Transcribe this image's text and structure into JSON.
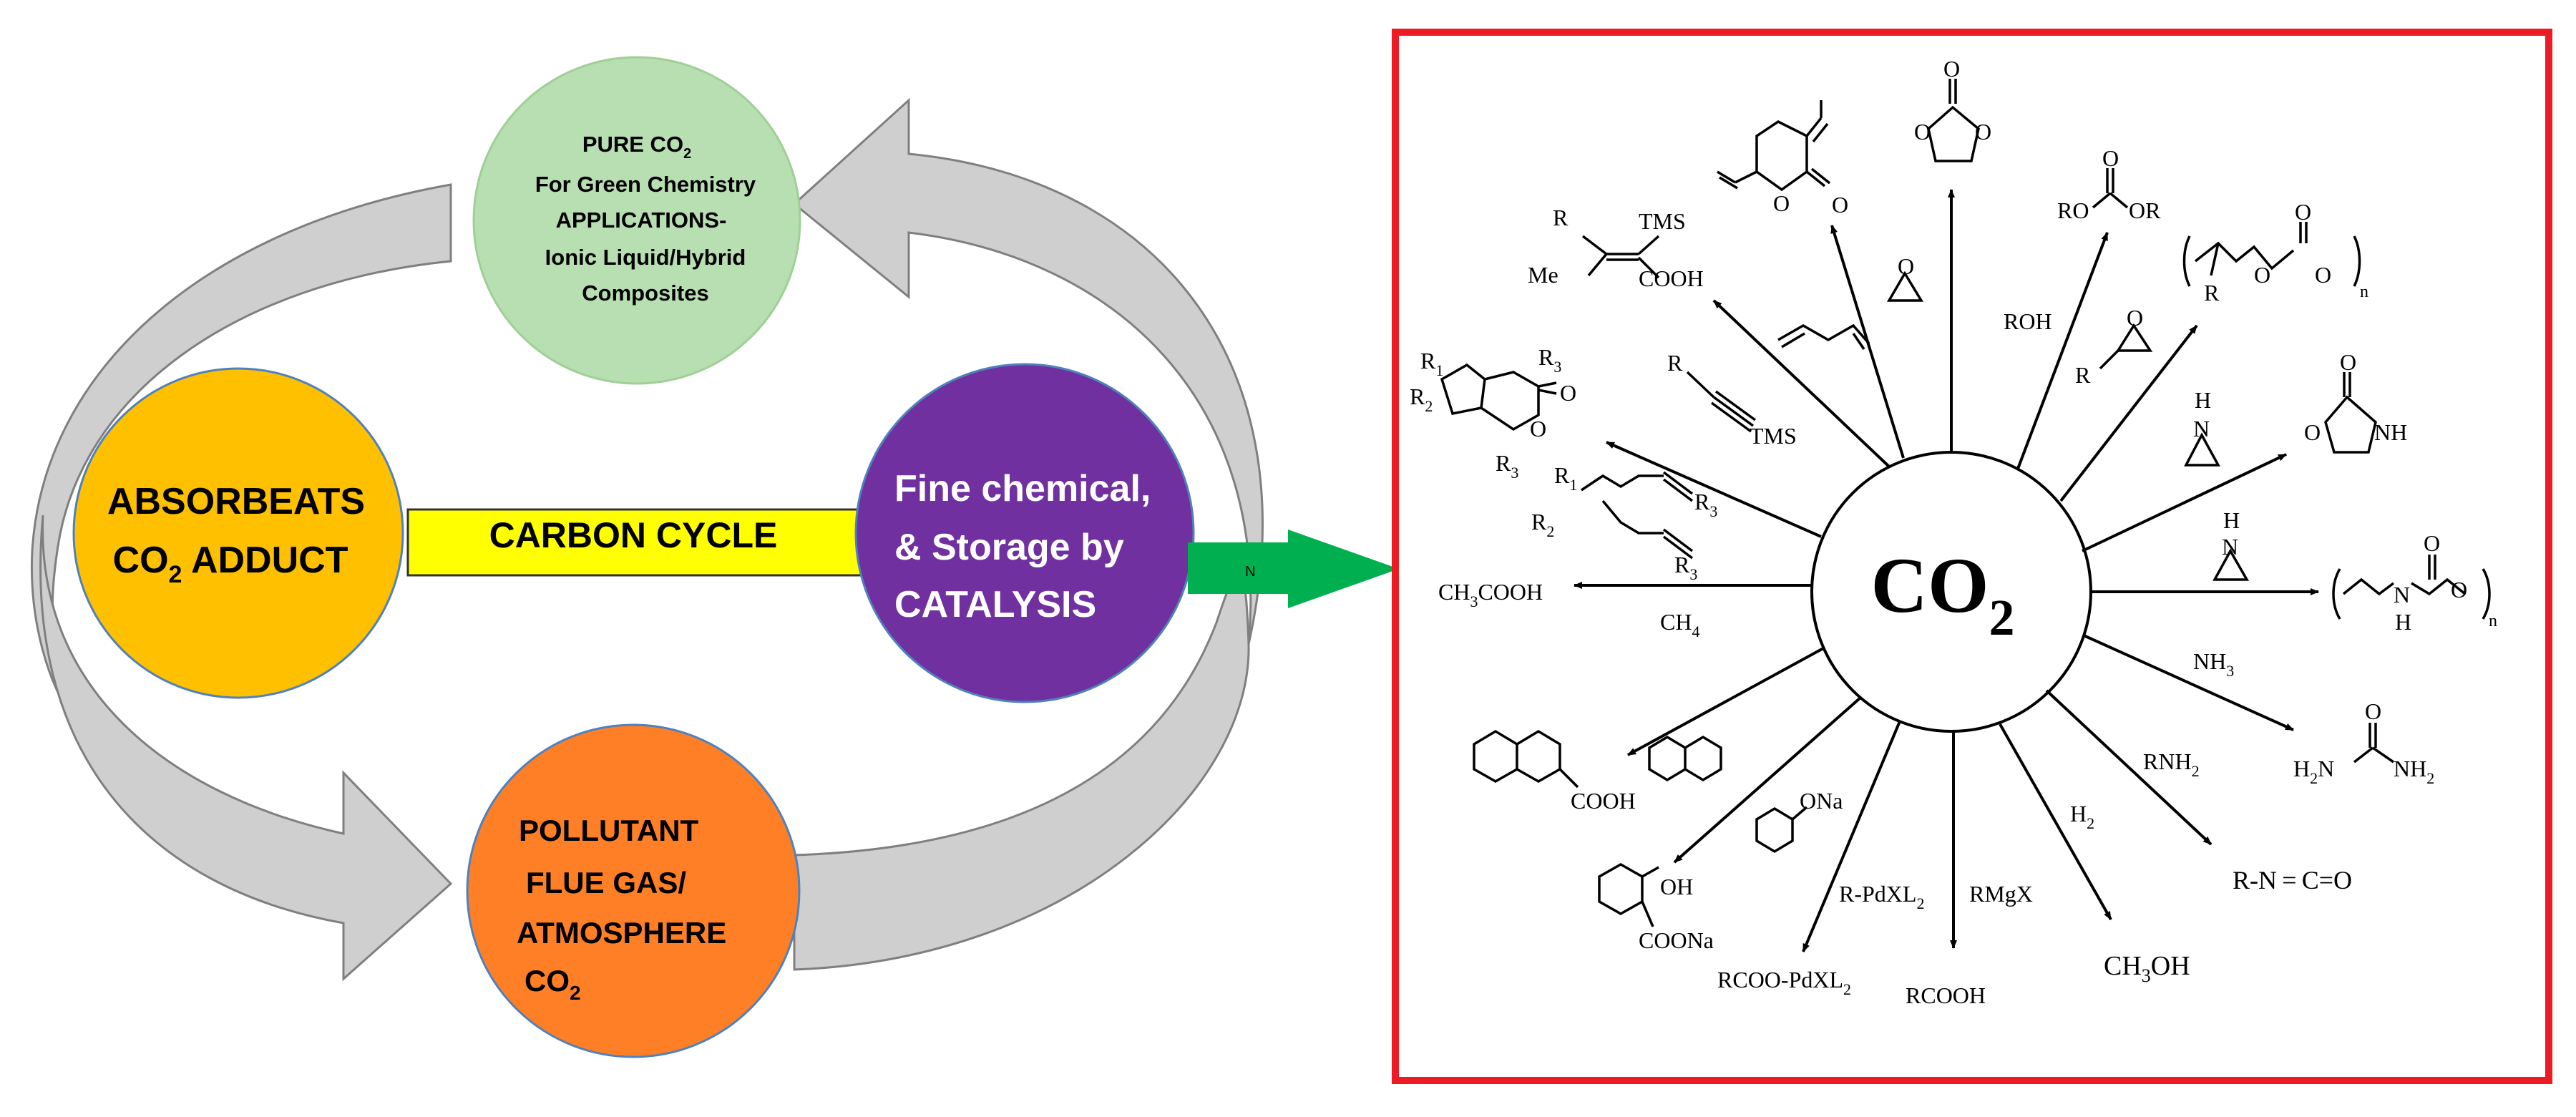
{
  "left": {
    "green_circle": {
      "line1": "PURE  CO",
      "line1_sub": "2",
      "line2": "For Green Chemistry",
      "line3": "APPLICATIONS-",
      "line4": "Ionic Liquid/Hybrid",
      "line5": "Composites",
      "color": "#b8dfb1"
    },
    "yellow_circle": {
      "line1": "ABSORBEATS",
      "line2a": "CO",
      "line2_sub": "2",
      "line2b": " ADDUCT",
      "color": "#ffc000"
    },
    "purple_circle": {
      "line1": "Fine chemical,",
      "line2": "& Storage by",
      "line3": "CATALYSIS",
      "color": "#7030a0"
    },
    "orange_circle": {
      "line1": "POLLUTANT",
      "line2": "FLUE GAS/",
      "line3": "ATMOSPHERE",
      "line4": "CO",
      "line4_sub": "2",
      "color": "#ff7f27"
    },
    "carbon_cycle_label": "CARBON CYCLE",
    "arrow_small_label": "N",
    "colors": {
      "cycle_arrow": "#cfcfcf",
      "bar": "#ffff00",
      "link_arrow": "#00b050"
    }
  },
  "right": {
    "border_color": "#ed1c24",
    "center": {
      "text": "CO",
      "sub": "2"
    },
    "labels": {
      "tms_acid_r": "R",
      "tms_acid_tms": "TMS",
      "tms_acid_me": "Me",
      "tms_acid_cooh": "COOH",
      "lactone_o1": "O",
      "lactone_o2": "O",
      "carbonate_o_top": "O",
      "carbonate_o_left": "O",
      "carbonate_o_right": "O",
      "epoxide_o": "O",
      "dialkyl_o": "O",
      "dialkyl_ro": "RO",
      "dialkyl_or": "OR",
      "roh": "ROH",
      "epox2_o": "O",
      "epox2_r": "R",
      "poly_r": "R",
      "poly_o": "O",
      "poly_o2": "O",
      "poly_o3": "O",
      "poly_n": "n",
      "pyranone_r1": "R",
      "pyranone_r1_sub": "1",
      "pyranone_r2": "R",
      "pyranone_r2_sub": "2",
      "pyranone_r3a": "R",
      "pyranone_r3a_sub": "3",
      "pyranone_r3b": "R",
      "pyranone_r3b_sub": "3",
      "pyranone_o1": "O",
      "pyranone_o2": "O",
      "alkyne_r": "R",
      "alkyne_tms": "TMS",
      "diyne_r1": "R",
      "diyne_r1_sub": "1",
      "diyne_r2": "R",
      "diyne_r2_sub": "2",
      "diyne_r3a": "R",
      "diyne_r3a_sub": "3",
      "diyne_r3b": "R",
      "diyne_r3b_sub": "3",
      "aziridine1_h": "H",
      "aziridine1_n": "N",
      "oxazolidinone_o": "O",
      "oxazolidinone_o2": "O",
      "oxazolidinone_nh": "NH",
      "aziridine2_h": "H",
      "aziridine2_n": "N",
      "polyurethane_o": "O",
      "polyurethane_o2": "O",
      "polyurethane_n": "N",
      "polyurethane_h": "H",
      "polyurethane_sub_n": "n",
      "acetic_acid": "CH",
      "acetic_acid_sub": "3",
      "acetic_acid_rest": "COOH",
      "methane": "CH",
      "methane_sub": "4",
      "ammonia": "NH",
      "ammonia_sub": "3",
      "urea_o": "O",
      "urea_h2n": "H",
      "urea_h2n_sub": "2",
      "urea_h2n_n": "N",
      "urea_nh2": "NH",
      "urea_nh2_sub": "2",
      "naphthoic_cooh": "COOH",
      "phenoxide_ona": "ONa",
      "salicylate_oh": "OH",
      "salicylate_coona": "COONa",
      "pd_reagent": "R-PdXL",
      "pd_reagent_sub": "2",
      "pd_product": "RCOO-PdXL",
      "pd_product_sub": "2",
      "grignard": "RMgX",
      "rcooh": "RCOOH",
      "h2": "H",
      "h2_sub": "2",
      "methanol": "CH",
      "methanol_sub": "3",
      "methanol_rest": "OH",
      "rnh2": "RNH",
      "rnh2_sub": "2",
      "isocyanate": "R-N = C=O"
    }
  }
}
